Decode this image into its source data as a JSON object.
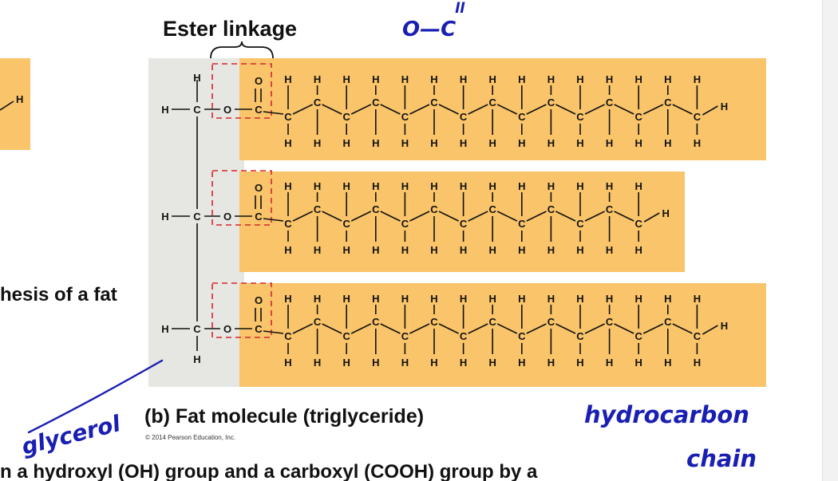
{
  "diagram": {
    "header_label": "Ester linkage",
    "caption": "(b) Fat molecule (triglyceride)",
    "copyright": "© 2014 Pearson Education, Inc.",
    "left_partial_label": "hesis of a fat",
    "left_partial_h": "H",
    "bottom_text": "n a hydroxyl (OH) group and a carboxyl (COOH) group by a",
    "handwriting": {
      "top": "O—C",
      "top_double_bond": "ll",
      "glycerol": "glycerol",
      "hydrocarbon": "hydrocarbon",
      "chain": "chain"
    },
    "atoms": {
      "hydrogen": "H",
      "carbon": "C",
      "oxygen": "O"
    },
    "chains": [
      {
        "carbons": 15
      },
      {
        "carbons": 13
      },
      {
        "carbons": 15
      }
    ],
    "colors": {
      "chain_fill": "#f9c46a",
      "glycerol_fill": "#e6e6e2",
      "ester_box": "#d6262e",
      "ink": "#1a1fb3"
    }
  }
}
